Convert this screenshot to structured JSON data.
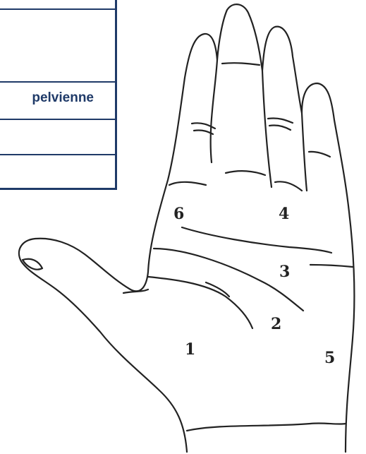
{
  "table": {
    "visible_label": "pelvienne"
  },
  "hand": {
    "zones": [
      {
        "id": "1",
        "label": "1"
      },
      {
        "id": "2",
        "label": "2"
      },
      {
        "id": "3",
        "label": "3"
      },
      {
        "id": "4",
        "label": "4"
      },
      {
        "id": "5",
        "label": "5"
      },
      {
        "id": "6",
        "label": "6"
      }
    ]
  },
  "colors": {
    "table_border": "#1f3a68",
    "table_text": "#1f3a68",
    "ink": "#222222"
  }
}
